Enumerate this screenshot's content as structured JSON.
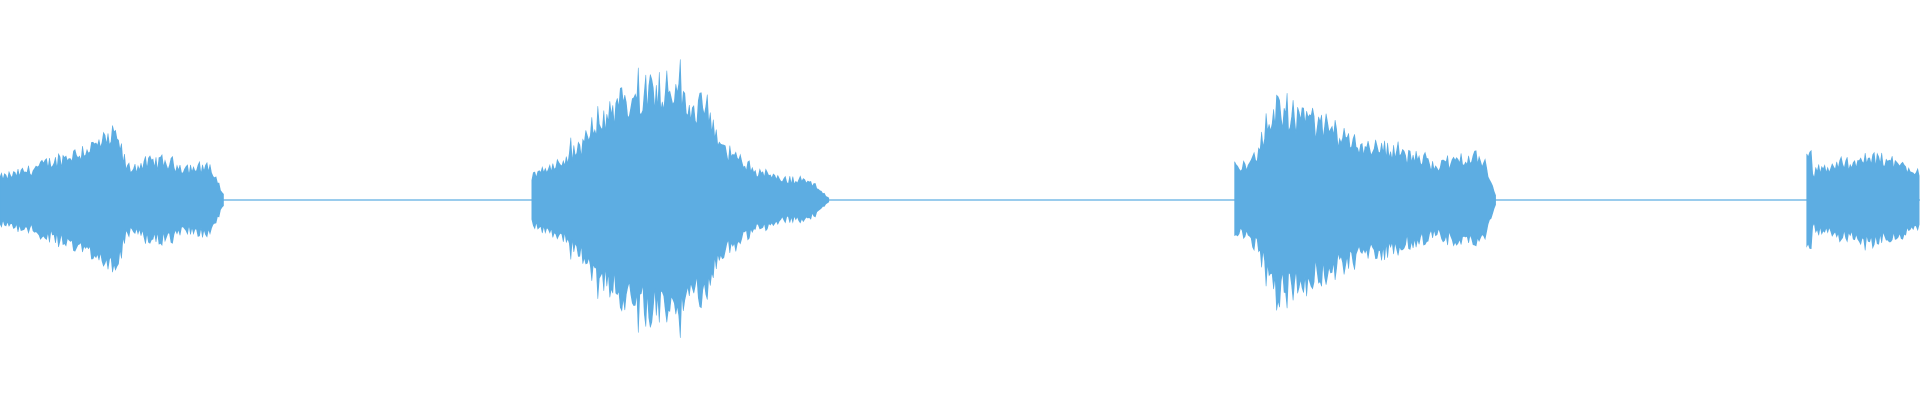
{
  "waveform": {
    "color": "#5dade2",
    "segments": [
      {
        "start": 0.0,
        "end": 0.117,
        "peak": 0.17
      },
      {
        "start": 0.277,
        "end": 0.432,
        "peak": 0.3
      },
      {
        "start": 0.643,
        "end": 0.779,
        "peak": 0.25
      },
      {
        "start": 0.941,
        "end": 1.0,
        "peak": 0.11
      }
    ]
  }
}
